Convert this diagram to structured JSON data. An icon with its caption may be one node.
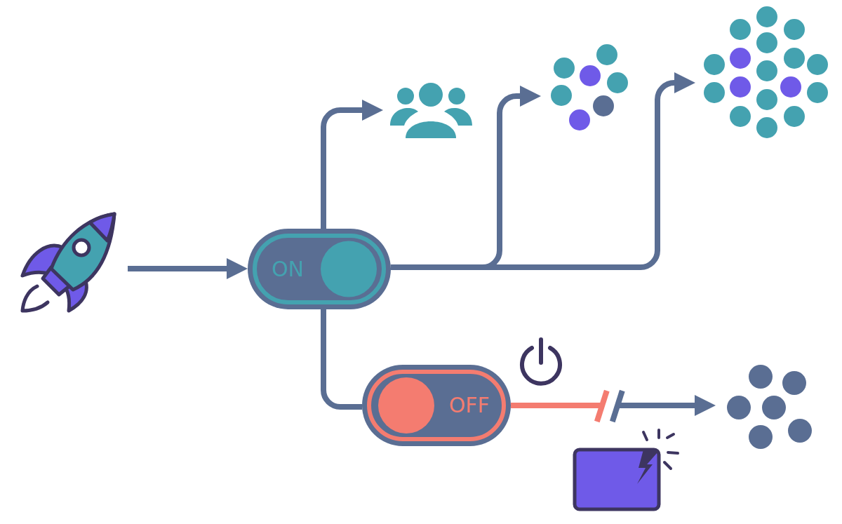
{
  "diagram": {
    "nodes": [
      {
        "text": [],
        "shape": "picture"
      },
      {
        "text": [
          "ON"
        ]
      },
      {
        "text": [],
        "shape": "person"
      },
      {
        "text": [],
        "shape": "circle"
      },
      {
        "text": [],
        "shape": "circle"
      },
      {
        "text": [
          "OFF"
        ]
      },
      {
        "text": [],
        "shape": "circle"
      }
    ],
    "edges": [
      {
        "from": 0,
        "to": 1,
        "arrow": "to"
      },
      {
        "from": 1,
        "to": 2,
        "arrow": "to"
      },
      {
        "from": 1,
        "to": 3,
        "arrow": "to"
      },
      {
        "from": 1,
        "to": 4,
        "arrow": "to"
      },
      {
        "from": 1,
        "to": 5,
        "arrow": "none"
      },
      {
        "from": 5,
        "to": 6,
        "arrow": "to",
        "color": "#f47c70"
      }
    ]
  }
}
